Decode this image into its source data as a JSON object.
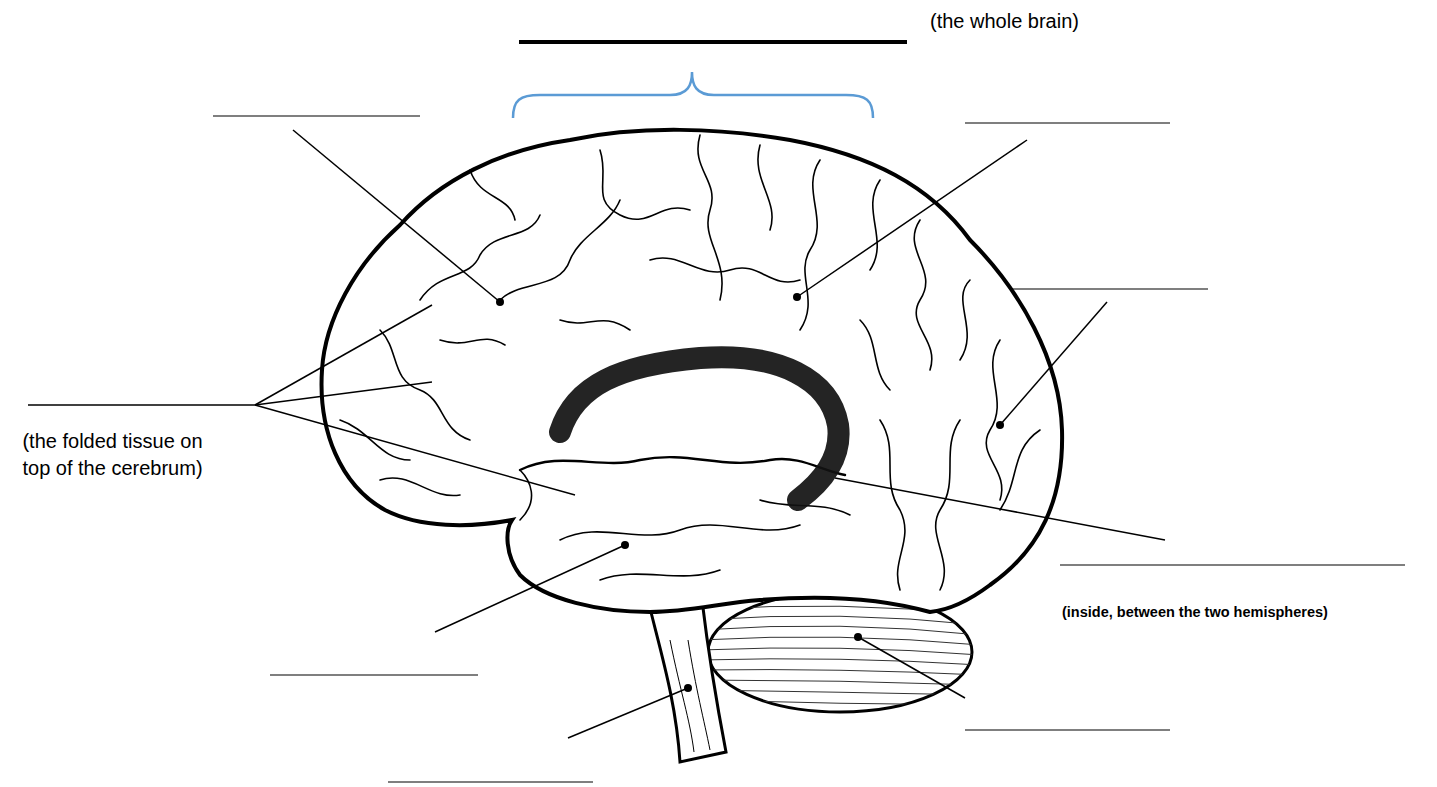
{
  "diagram": {
    "labels": [
      "(the whole brain)",
      "(the folded tissue on top of the cerebrum)",
      "(inside, between the two hemispheres)"
    ]
  }
}
